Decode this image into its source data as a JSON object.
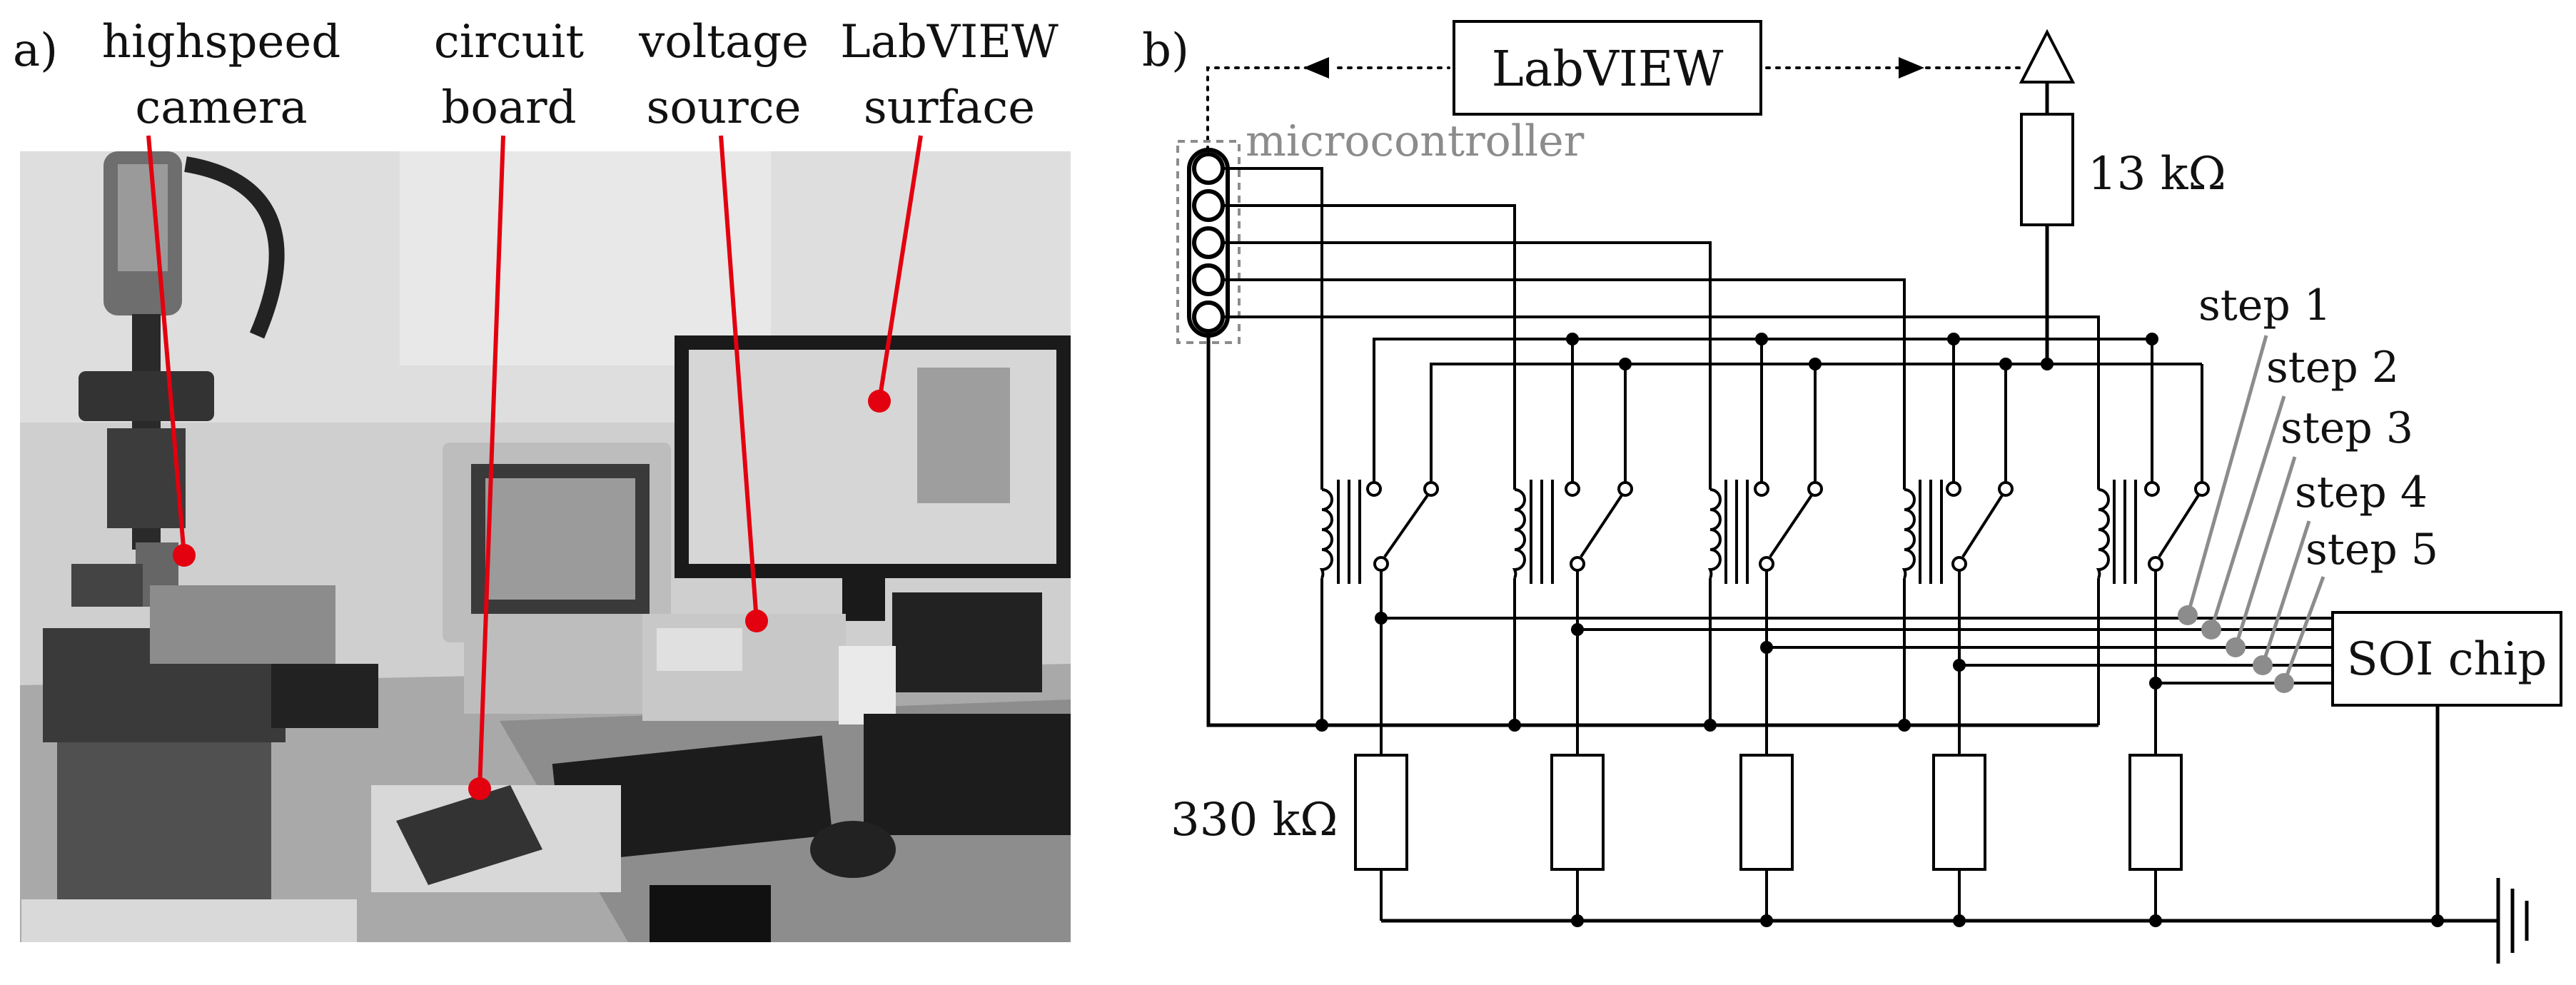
{
  "panel_a": {
    "label": "a)",
    "callouts": [
      {
        "line1": "highspeed",
        "line2": "camera"
      },
      {
        "line1": "circuit",
        "line2": "board"
      },
      {
        "line1": "voltage",
        "line2": "source"
      },
      {
        "line1": "LabVIEW",
        "line2": "surface"
      }
    ]
  },
  "panel_b": {
    "label": "b)",
    "labview": "LabVIEW",
    "microcontroller": "microcontroller",
    "r_top": "13 kΩ",
    "r_bottom": "330 kΩ",
    "chip": "SOI chip",
    "steps": [
      "step 1",
      "step 2",
      "step 3",
      "step 4",
      "step 5"
    ]
  },
  "colors": {
    "callout": "#e3000f",
    "step_lines": "#8c8c8c",
    "micro_label": "#8c8c8c"
  }
}
